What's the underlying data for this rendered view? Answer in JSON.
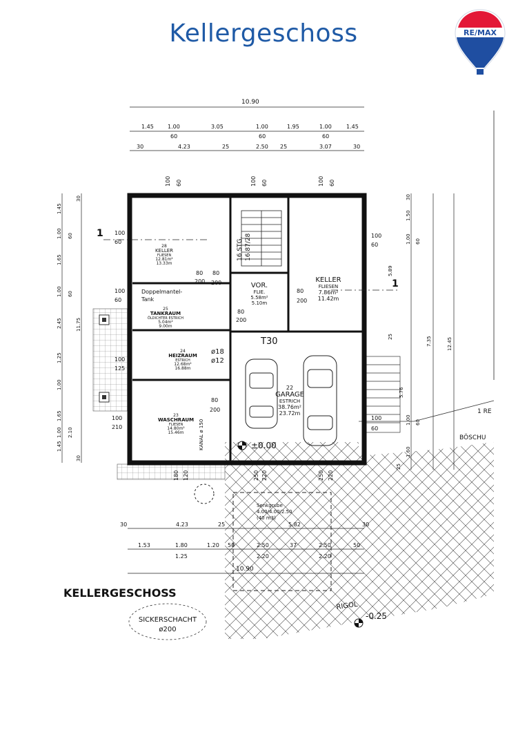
{
  "page": {
    "title": "Kellergeschoss"
  },
  "logo": {
    "text": "RE/MAX",
    "colors": {
      "red": "#e31837",
      "blue": "#1f4ea1",
      "white": "#ffffff"
    }
  },
  "plan": {
    "plan_title": "KELLERGESCHOSS",
    "dims_top": {
      "overall": "10.90",
      "row2": [
        "1.45",
        "1.00",
        "3.05",
        "1.00",
        "1.95",
        "1.00",
        "1.45"
      ],
      "row2_sub": [
        "60",
        "60",
        "60"
      ],
      "row3": [
        "30",
        "4.23",
        "25",
        "2.50",
        "25",
        "3.07",
        "30"
      ]
    },
    "dims_bottom": {
      "row1": [
        "30",
        "4.23",
        "25",
        "5.82",
        "30"
      ],
      "row2": [
        "1.53",
        "1.80",
        "1.20",
        "50",
        "2.50",
        "37",
        "2.50",
        "50"
      ],
      "row2_sub": [
        "1.25",
        "2.20",
        "2.20"
      ],
      "overall": "10.90"
    },
    "dims_left": [
      "30",
      "1.45",
      "1.00",
      "60",
      "1.65",
      "1.00",
      "60",
      "2.45",
      "1.25",
      "1.00",
      "1.65",
      "1.00",
      "2.10",
      "1.45",
      "30",
      "11.75"
    ],
    "dims_right": [
      "30",
      "1.50",
      "1.00",
      "60",
      "5.89",
      "25",
      "7.35",
      "5.76",
      "1.00",
      "60",
      "1.60",
      "25",
      "12.45"
    ],
    "section_marker": "1",
    "opening_labels": {
      "w100": "100",
      "w60": "60",
      "d80": "80",
      "d200": "200",
      "d210": "210",
      "d125": "125",
      "d180": "180",
      "d120": "120",
      "d250": "250",
      "d220": "220"
    },
    "rooms": [
      {
        "id": "keller-left",
        "number": "28",
        "name": "KELLER",
        "floor": "FLIESEN",
        "area": "12.81m²",
        "perimeter": "13.33m"
      },
      {
        "id": "doppelmantel",
        "name": "Doppelmantel-",
        "name2": "Tank"
      },
      {
        "id": "tankraum",
        "number": "25",
        "name": "TANKRAUM",
        "floor": "ÖLDICHTER ESTRICH",
        "area": "5.04m²",
        "perimeter": "9.00m"
      },
      {
        "id": "heizraum",
        "number": "24",
        "name": "HEIZRAUM",
        "floor": "ESTRICH",
        "area": "12.68m²",
        "perimeter": "16.88m"
      },
      {
        "id": "waschraum",
        "number": "23",
        "name": "WASCHRAUM",
        "floor": "FLIESEN",
        "area": "14.80m²",
        "perimeter": "15.46m"
      },
      {
        "id": "vorraum",
        "name": "VOR.",
        "floor": "FLIE.",
        "area": "5.58m²",
        "perimeter": "5.10m"
      },
      {
        "id": "keller-right",
        "name": "KELLER",
        "floor": "FLIESEN",
        "area": "7.86m²",
        "perimeter": "11.42m"
      },
      {
        "id": "garage",
        "number": "22",
        "name": "GARAGE",
        "floor": "ESTRICH",
        "area": "38.76m²",
        "perimeter": "23.72m"
      }
    ],
    "stair": {
      "label": "16 STG.",
      "ratio": "16.87/28"
    },
    "t30": "T30",
    "pipes": [
      "ø18",
      "ø12"
    ],
    "kanal": "KANAL ø 150",
    "level_main": "±0.00",
    "level_outside": "-0.25",
    "senkgrube": {
      "line1": "Senkgrube",
      "line2": "4.00/4.00/2.50",
      "line3": "(40 m3)"
    },
    "sickerschacht": {
      "line1": "SICKERSCHACHT",
      "line2": "ø200"
    },
    "rigol": "RIGOL",
    "boeschung": "BÖSCHU",
    "edge_label": "1 RE"
  }
}
